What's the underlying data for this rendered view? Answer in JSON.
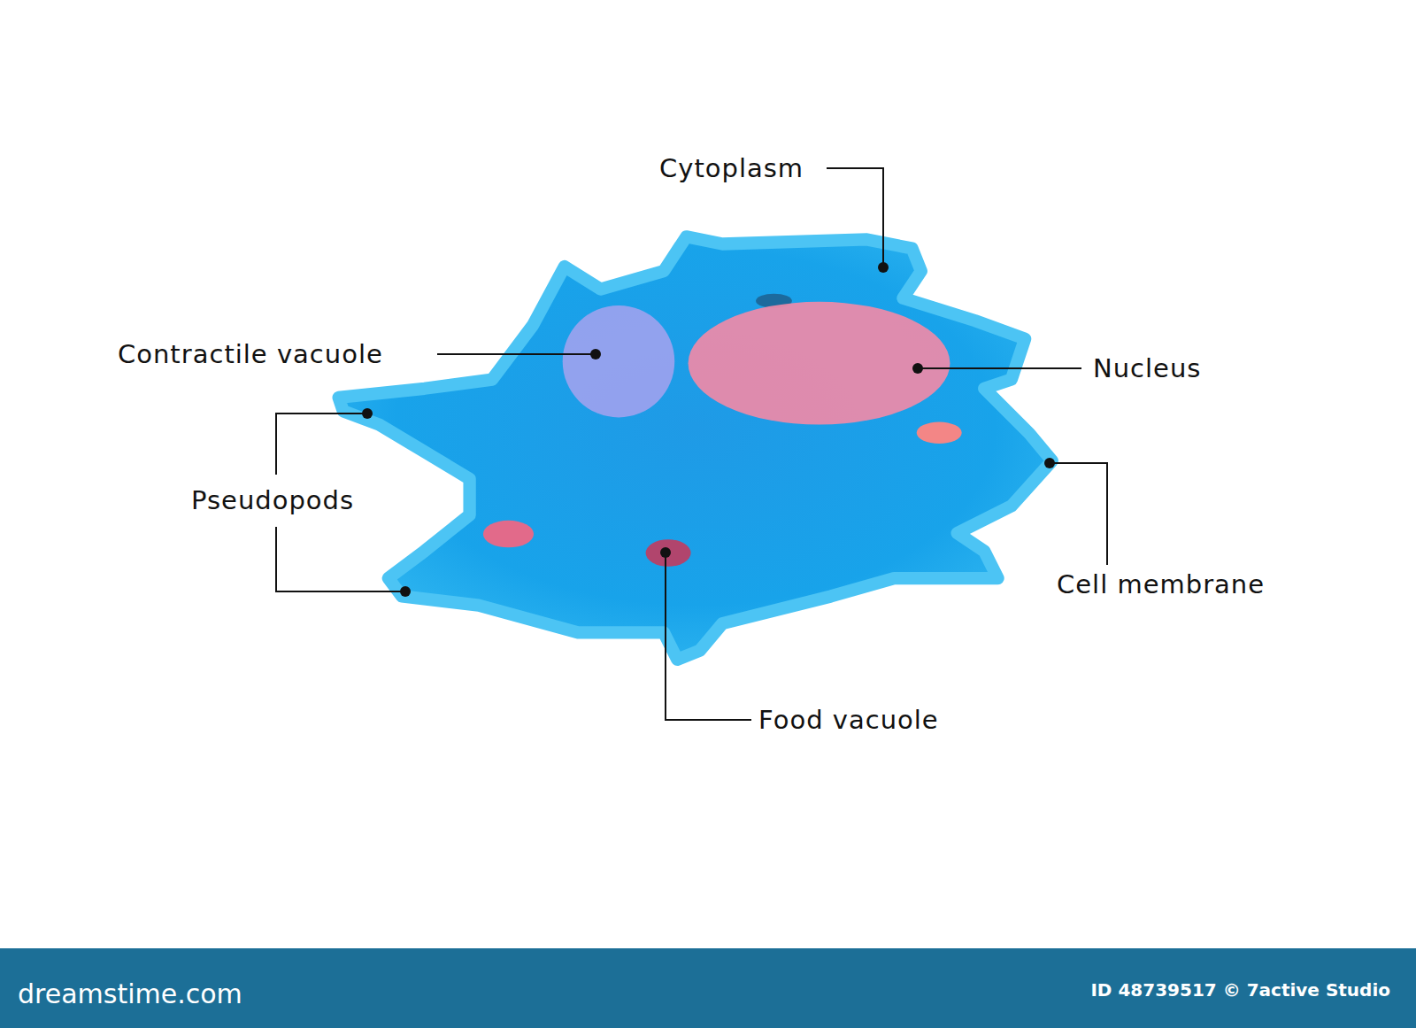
{
  "diagram": {
    "labels": [
      "Cytoplasm",
      "Contractile vacuole",
      "Nucleus",
      "Pseudopods",
      "Cell membrane",
      "Food vacuole",
      "dreamstime.com",
      "ID 48739517 © 7active Studio"
    ]
  }
}
